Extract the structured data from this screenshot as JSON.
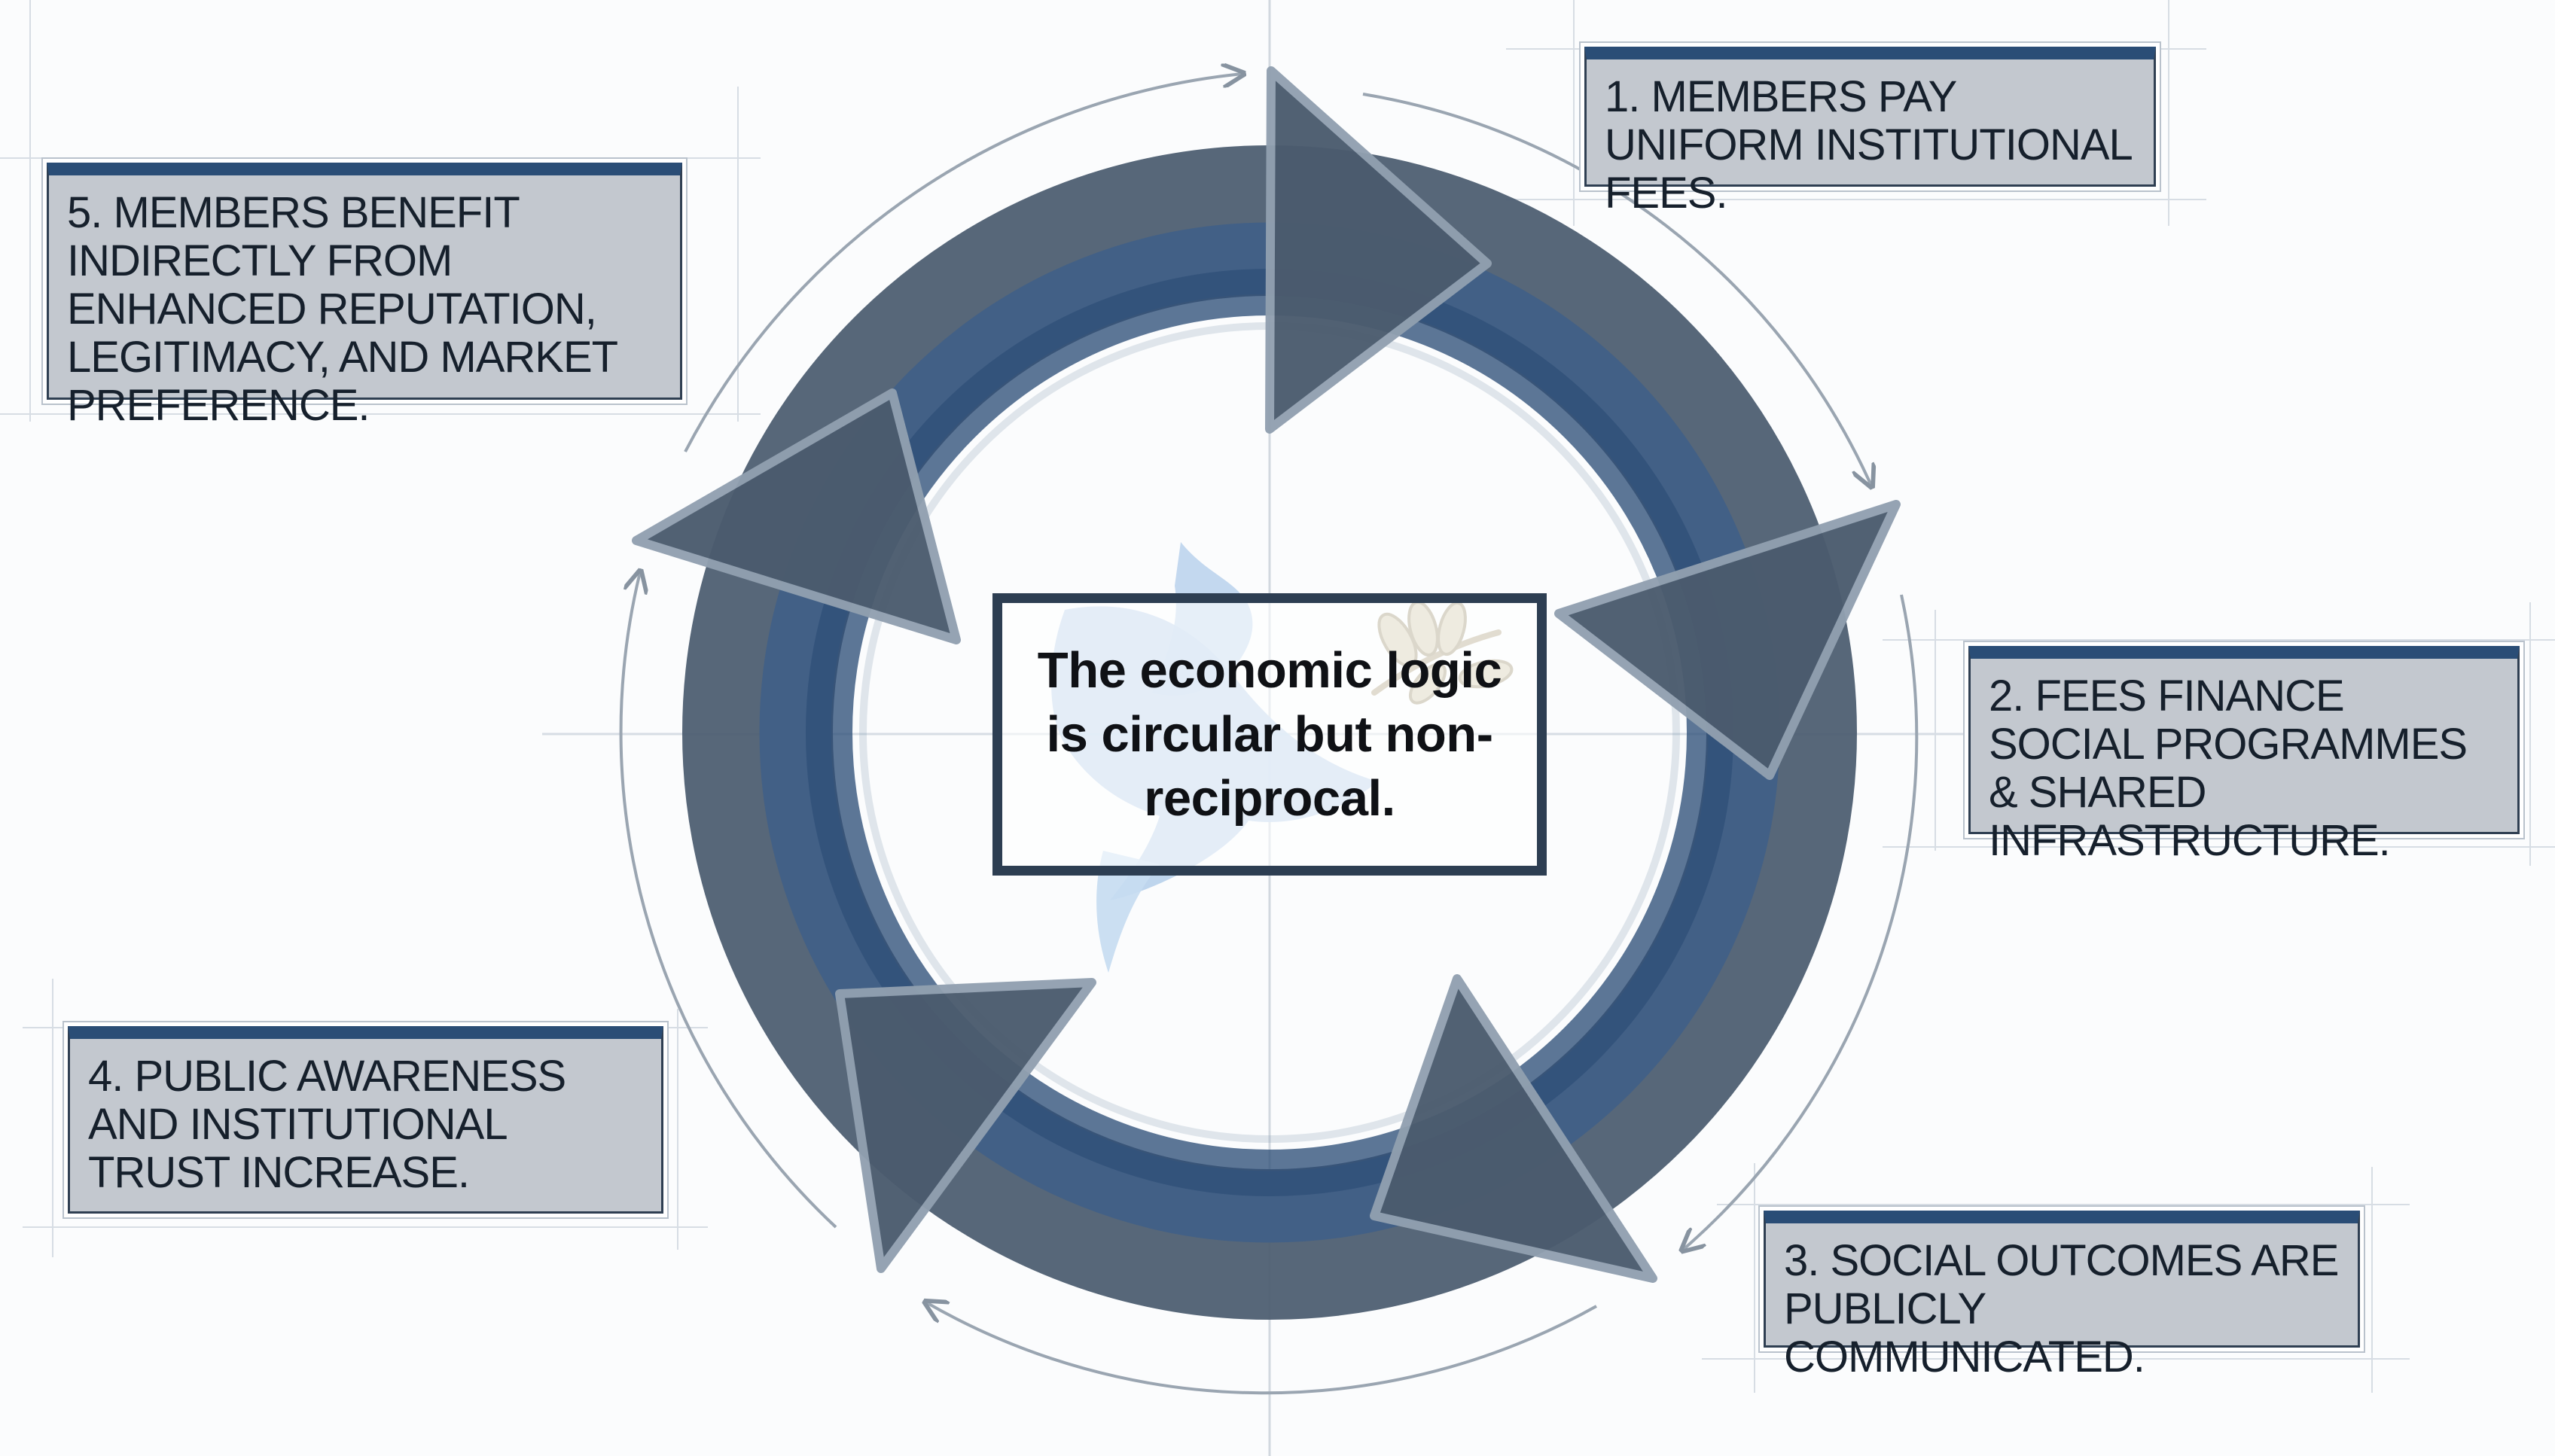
{
  "steps": [
    {
      "id": "step-1",
      "text": "1. MEMBERS PAY UNIFORM INSTITUTIONAL FEES."
    },
    {
      "id": "step-2",
      "text": "2. FEES FINANCE SOCIAL PROGRAMMES & SHARED INFRASTRUCTURE."
    },
    {
      "id": "step-3",
      "text": "3. SOCIAL OUTCOMES ARE PUBLICLY COMMUNICATED."
    },
    {
      "id": "step-4",
      "text": "4. PUBLIC AWARENESS AND INSTITUTIONAL TRUST INCREASE."
    },
    {
      "id": "step-5",
      "text": "5. MEMBERS BENEFIT INDIRECTLY FROM ENHANCED REPUTATION, LEGITIMACY, AND MARKET PREFERENCE."
    }
  ],
  "center": {
    "text": "The economic logic is circular but non-reciprocal."
  },
  "icons": {
    "background": "dove-olive-branch-icon",
    "cycle": "circular-arrow-cycle-icon"
  },
  "colors": {
    "background": "#fbfcfd",
    "ring_dark": "#4b5a6d",
    "ring_blue": "#3f6088",
    "ring_inner": "#314f78",
    "label_fill": "#c3c8cf",
    "label_border": "#2a4d76",
    "dove": "#b8d1ec",
    "olive": "#b8ad8f"
  }
}
